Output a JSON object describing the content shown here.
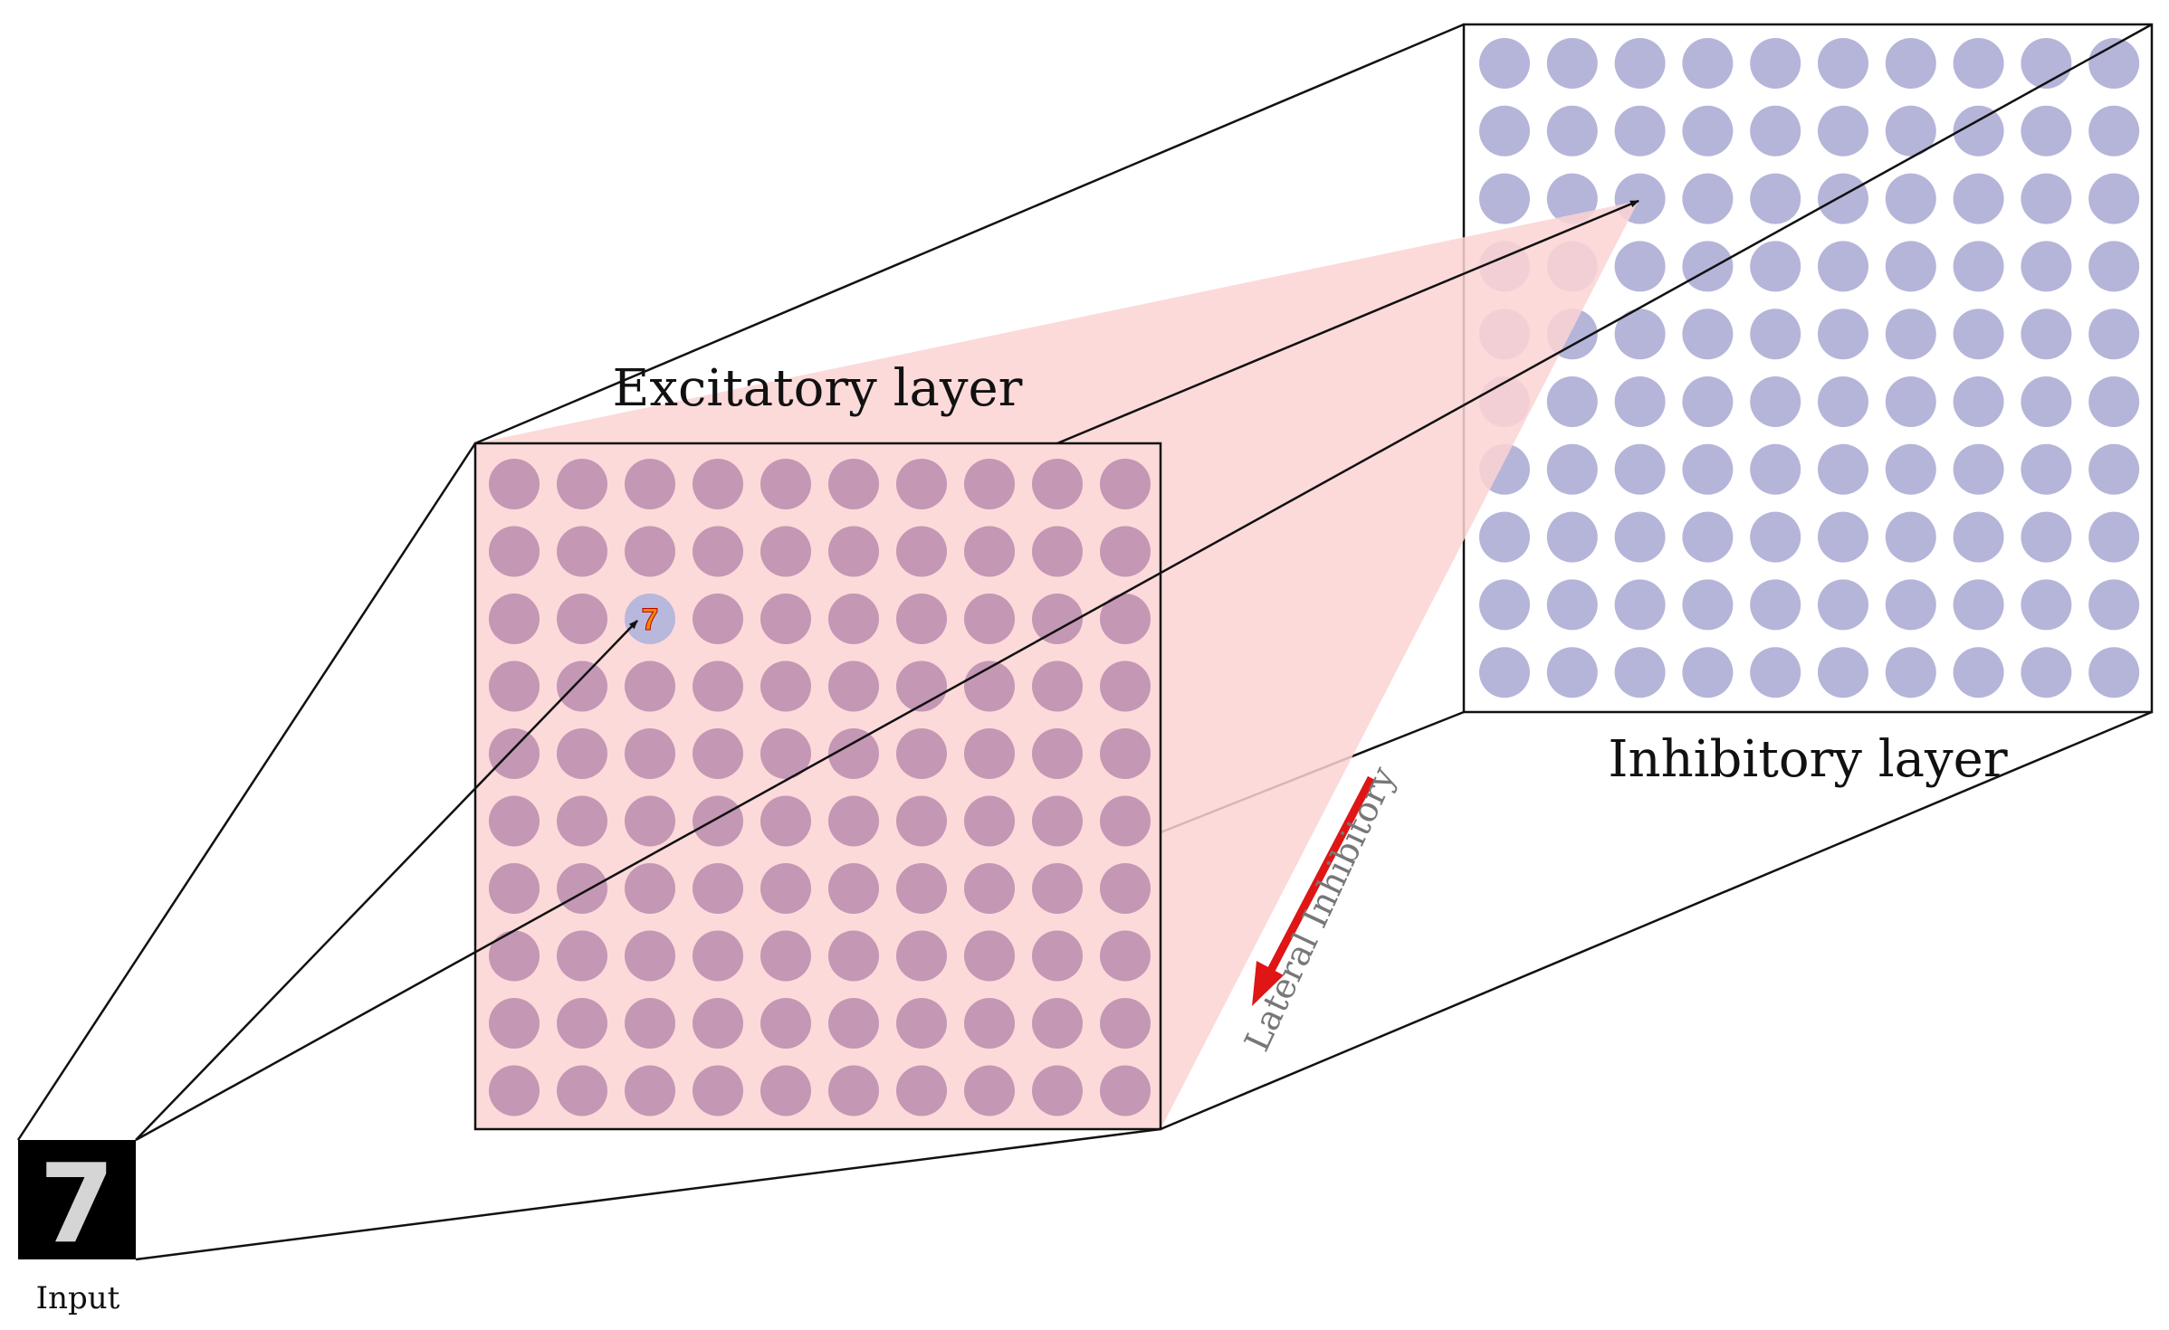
{
  "labels": {
    "excitatory": "Excitatory layer",
    "inhibitory": "Inhibitory layer",
    "input": "Input",
    "lateral": "Lateral Inhibitory"
  },
  "input_digit": "7",
  "grid": {
    "rows": 10,
    "cols": 10
  },
  "highlighted_neuron": {
    "row": 2,
    "col": 2
  },
  "colors": {
    "excitatory_neuron": "#c497b4",
    "inhibitory_neuron": "#b5b5da",
    "highlight_neuron": "#b8b8dc",
    "pink_fill": "#fbd3d4",
    "line": "#111111",
    "arrow": "#e01515",
    "digit_highlight": "#f08a00"
  }
}
